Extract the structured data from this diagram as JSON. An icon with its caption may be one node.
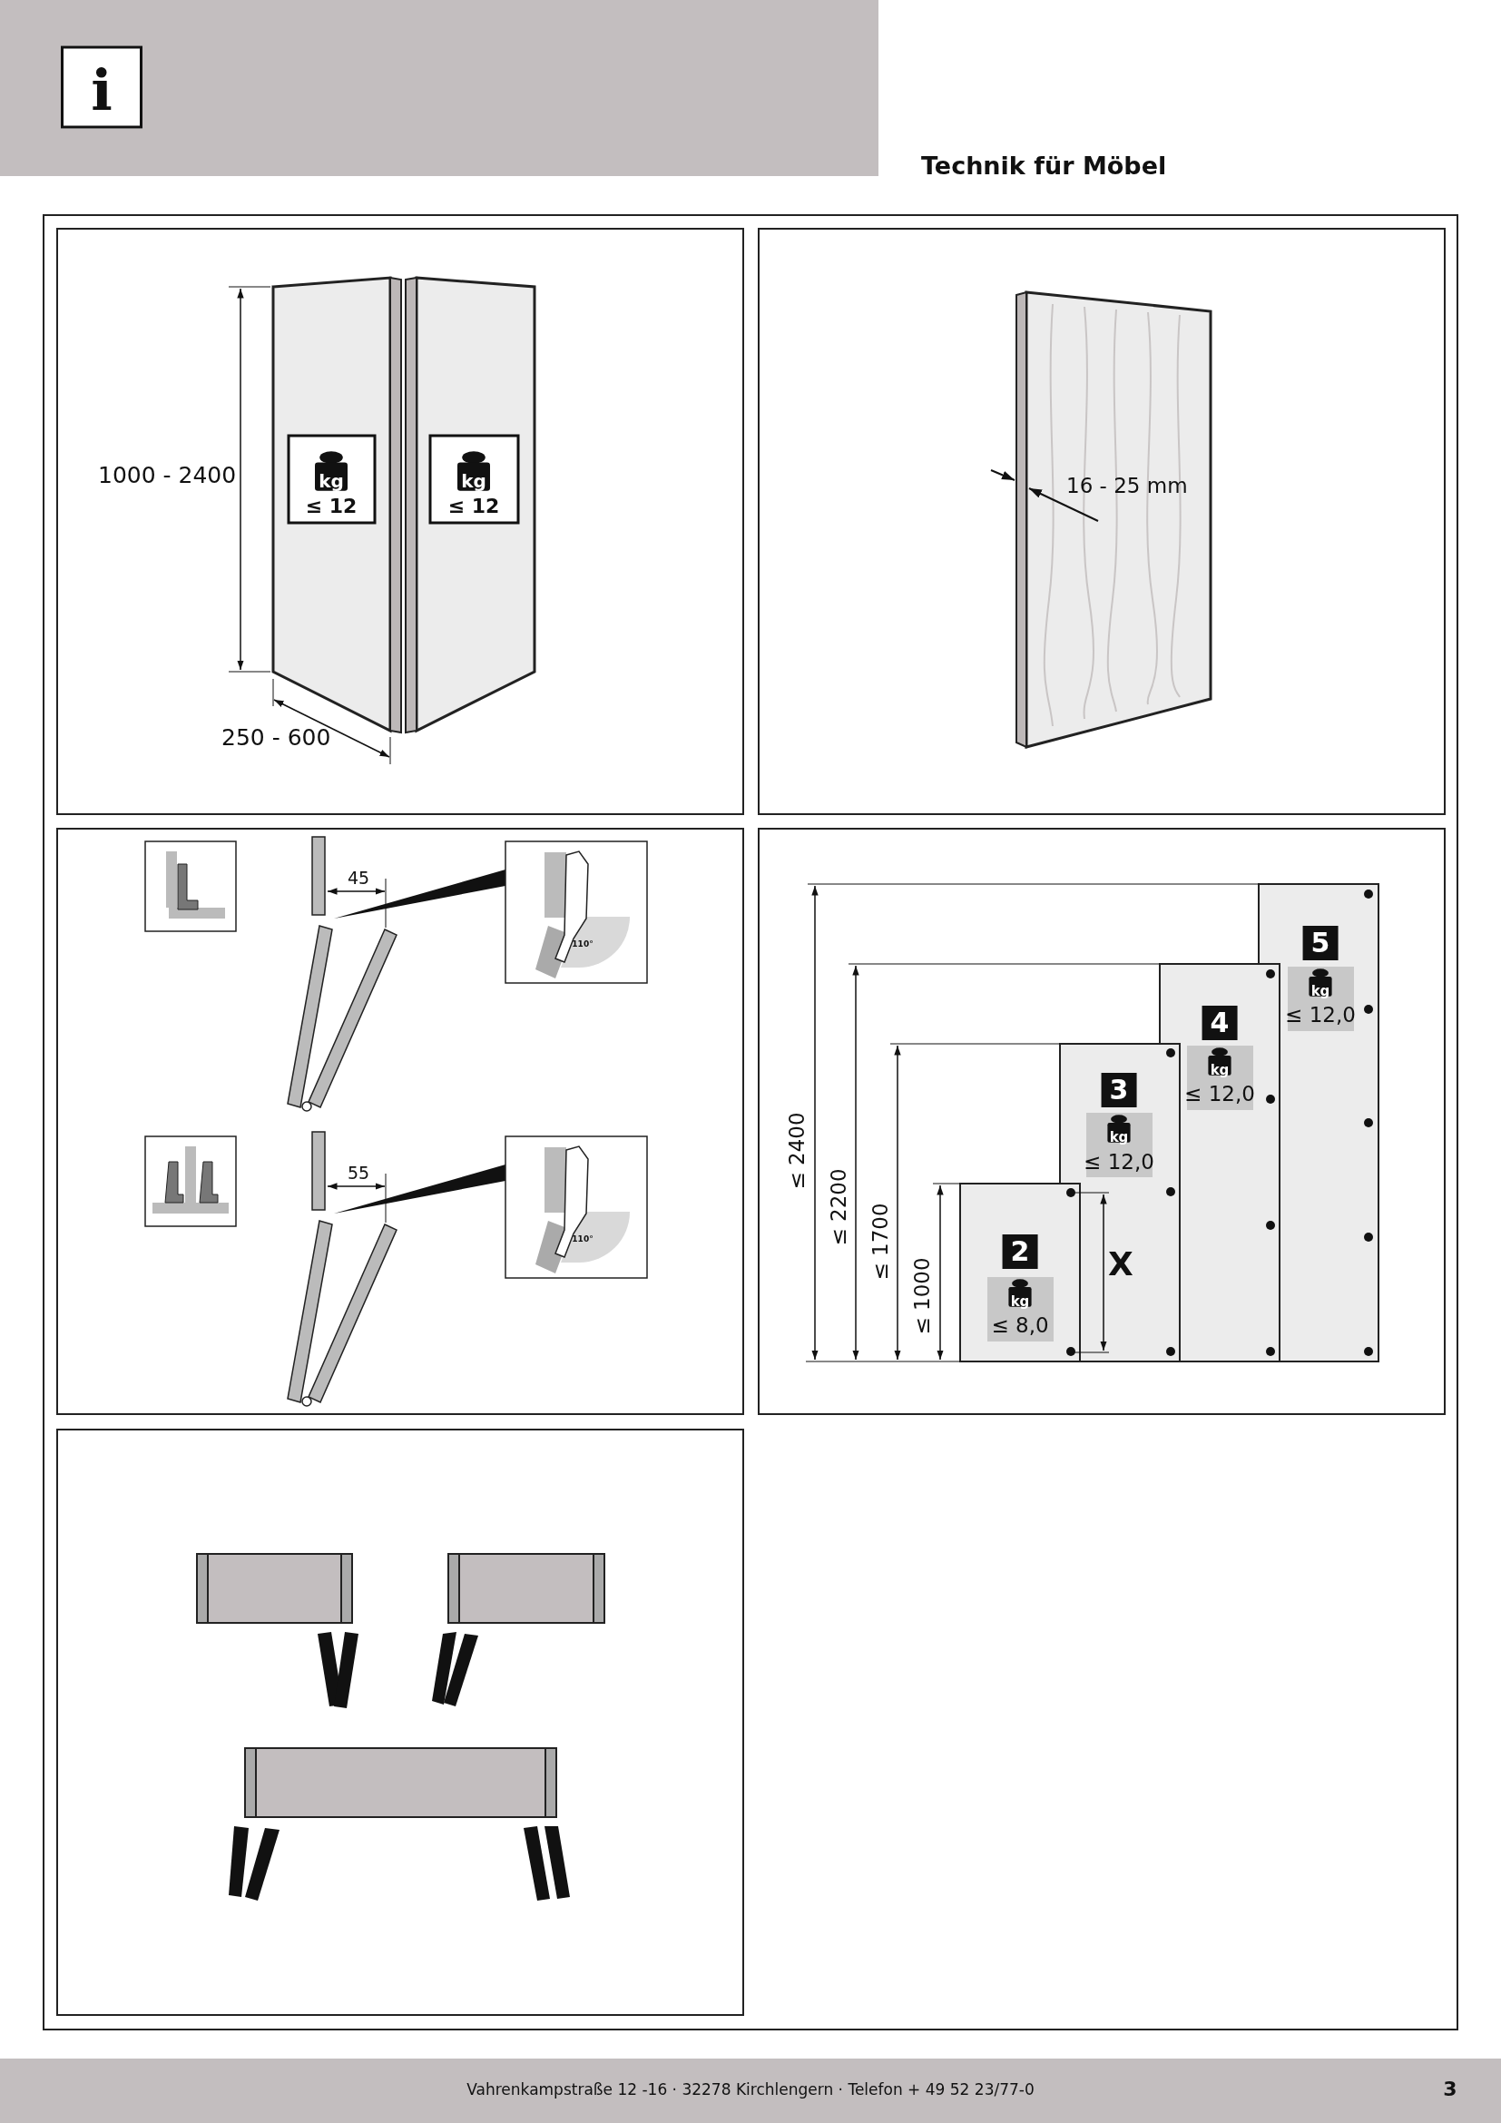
{
  "diagram": {
    "labels": [
      "i",
      "Technik für Möbel",
      "1000 - 2400",
      "kg",
      "≤ 12",
      "kg",
      "≤ 12",
      "250 - 600",
      "16 - 25 mm",
      "45",
      "110°",
      "55",
      "110°",
      "5",
      "kg",
      "≤ 12,0",
      "4",
      "kg",
      "≤ 12,0",
      "3",
      "kg",
      "≤ 12,0",
      "≤ 2400",
      "≤ 2200",
      "≤ 1700",
      "≤ 1000",
      "2",
      "kg",
      "≤ 8,0",
      "X",
      "Vahrenkampstraße 12 -16 · 32278 Kirchlengern · Telefon + 49 52 23/77-0",
      "3"
    ]
  }
}
